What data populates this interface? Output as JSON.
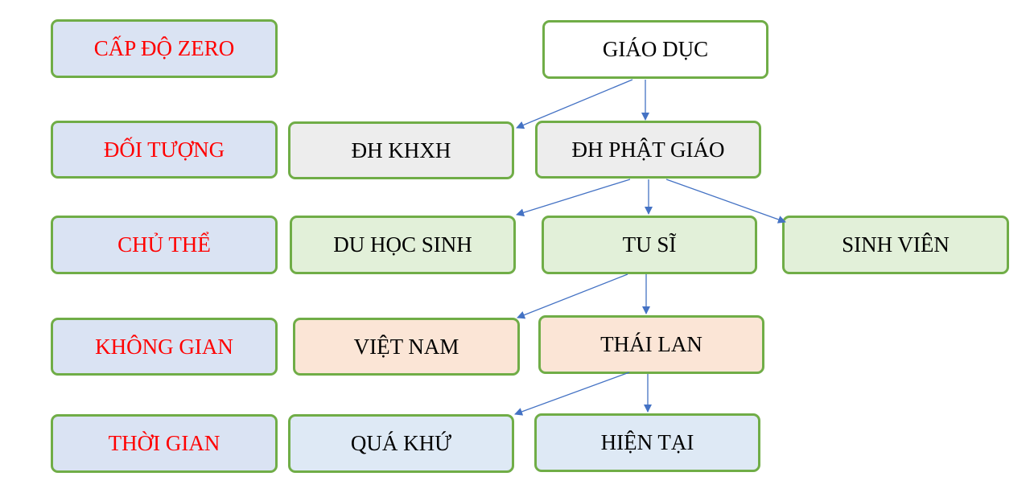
{
  "levels": {
    "zero": "CẤP ĐỘ ZERO",
    "doi_tuong": "ĐỐI TƯỢNG",
    "chu_the": "CHỦ THỂ",
    "khong_gian": "KHÔNG GIAN",
    "thoi_gian": "THỜI GIAN"
  },
  "nodes": {
    "giao_duc": "GIÁO DỤC",
    "dh_khxh": "ĐH KHXH",
    "dh_phat_giao": "ĐH PHẬT GIÁO",
    "du_hoc_sinh": "DU HỌC SINH",
    "tu_si": "TU SĨ",
    "sinh_vien": "SINH VIÊN",
    "viet_nam": "VIỆT NAM",
    "thai_lan": "THÁI LAN",
    "qua_khu": "QUÁ KHỨ",
    "hien_tai": "HIỆN TẠI"
  },
  "colors": {
    "border": "#70ad47",
    "level_fill": "#dae3f3",
    "level_text": "#ff0000",
    "arrow": "#4472c4"
  }
}
